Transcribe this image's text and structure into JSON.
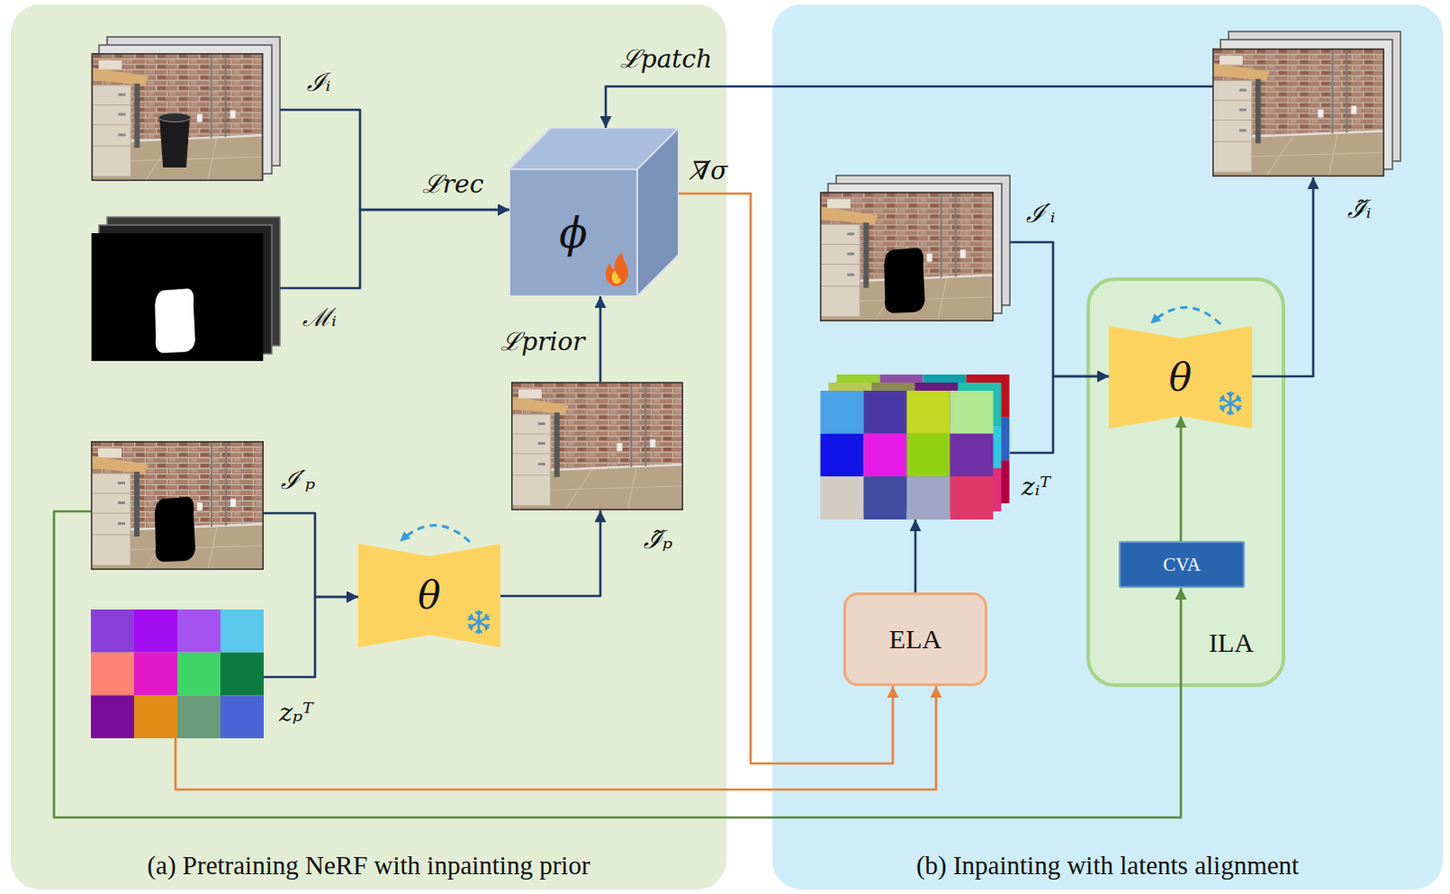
{
  "diagram": {
    "nodes": [
      {
        "text": [
          "(a) Pretraining NeRF with inpainting prior"
        ]
      },
      {
        "text": [
          "ℐᵢ"
        ],
        "in": 0
      },
      {
        "text": [
          "ℳᵢ"
        ],
        "in": 0
      },
      {
        "text": [
          "ϕ"
        ],
        "in": 0
      },
      {
        "text": [
          "ℐ̃ₚ"
        ],
        "in": 0
      },
      {
        "text": [
          "ℐ′ₚ"
        ],
        "in": 0
      },
      {
        "text": [
          "zₚᵀ"
        ],
        "in": 0
      },
      {
        "text": [
          "θ"
        ],
        "in": 0
      },
      {
        "text": [
          "(b) Inpainting with latents alignment"
        ]
      },
      {
        "text": [
          "ℐ̃ᵢ"
        ],
        "in": 8
      },
      {
        "text": [
          "ℐ′ᵢ"
        ],
        "in": 8
      },
      {
        "text": [
          "zᵢᵀ"
        ],
        "in": 8
      },
      {
        "text": [
          "ELA"
        ],
        "in": 8
      },
      {
        "text": [
          "ILA"
        ],
        "in": 8
      },
      {
        "text": [
          "θ"
        ],
        "in": 13
      },
      {
        "text": [
          "CVA"
        ],
        "in": 13
      }
    ],
    "edges": [
      {
        "from": 1,
        "to": 3,
        "arrow": "to",
        "label": "ℒrec"
      },
      {
        "from": 2,
        "to": 3,
        "arrow": "to"
      },
      {
        "from": 4,
        "to": 3,
        "arrow": "to",
        "label": "ℒprior"
      },
      {
        "from": 9,
        "to": 3,
        "arrow": "to",
        "label": "ℒpatch"
      },
      {
        "from": 5,
        "to": 7,
        "arrow": "to"
      },
      {
        "from": 6,
        "to": 7,
        "arrow": "to"
      },
      {
        "from": 7,
        "to": 4,
        "arrow": "to"
      },
      {
        "from": 3,
        "to": 12,
        "arrow": "to",
        "label": "∇̸σ"
      },
      {
        "from": 6,
        "to": 12,
        "arrow": "to"
      },
      {
        "from": 5,
        "to": 15,
        "arrow": "to"
      },
      {
        "from": 12,
        "to": 11,
        "arrow": "to"
      },
      {
        "from": 10,
        "to": 14,
        "arrow": "to"
      },
      {
        "from": 11,
        "to": 14,
        "arrow": "to"
      },
      {
        "from": 15,
        "to": 14,
        "arrow": "to"
      },
      {
        "from": 14,
        "to": 9,
        "arrow": "to"
      }
    ]
  }
}
